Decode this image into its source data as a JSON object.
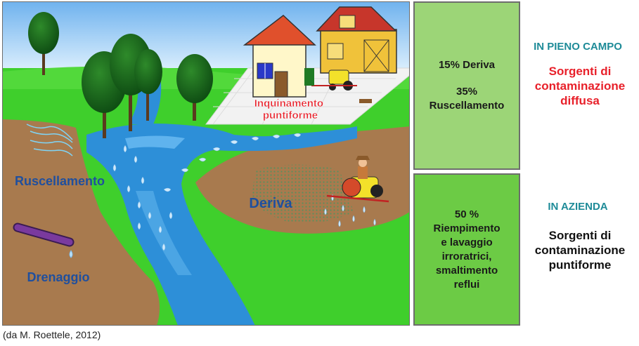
{
  "scene": {
    "label_point_source_line1": "Inquinamento",
    "label_point_source_line2": "puntiforme",
    "label_runoff": "Ruscellamento",
    "label_drift": "Deriva",
    "label_drainage": "Drenaggio"
  },
  "field_box": {
    "drift": "15% Deriva",
    "runoff_line1": "35%",
    "runoff_line2": "Ruscellamento"
  },
  "farm_box": {
    "line1": "50 %",
    "line2": "Riempimento",
    "line3": "e lavaggio",
    "line4": "irroratrici,",
    "line5": "smaltimento",
    "line6": "reflui"
  },
  "side": {
    "heading_field": "IN PIENO CAMPO",
    "diffuse_line1": "Sorgenti di",
    "diffuse_line2": "contaminazione",
    "diffuse_line3": "diffusa",
    "heading_farm": "IN AZIENDA",
    "point_line1": "Sorgenti di",
    "point_line2": "contaminazione",
    "point_line3": "puntiforme"
  },
  "citation": "(da M. Roettele, 2012)",
  "colors": {
    "sky": "#bfe4fb",
    "grass": "#3fcf2c",
    "soil": "#a87a4e",
    "river": "#2d8fd8",
    "field_box": "#9cd577",
    "farm_box": "#6ccb45",
    "heading_teal": "#1e8b98",
    "diffuse_red": "#e8202a"
  }
}
